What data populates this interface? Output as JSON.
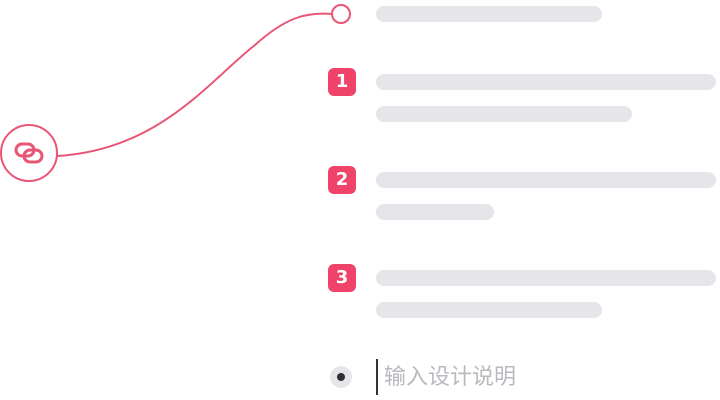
{
  "colors": {
    "accent": "#f0436a",
    "line": "#e95575",
    "placeholder_bar": "#e6e6ea"
  },
  "link_node": {
    "icon": "link-icon"
  },
  "steps": [
    {
      "number": "1"
    },
    {
      "number": "2"
    },
    {
      "number": "3"
    }
  ],
  "description": {
    "value": "",
    "placeholder": "输入设计说明"
  }
}
